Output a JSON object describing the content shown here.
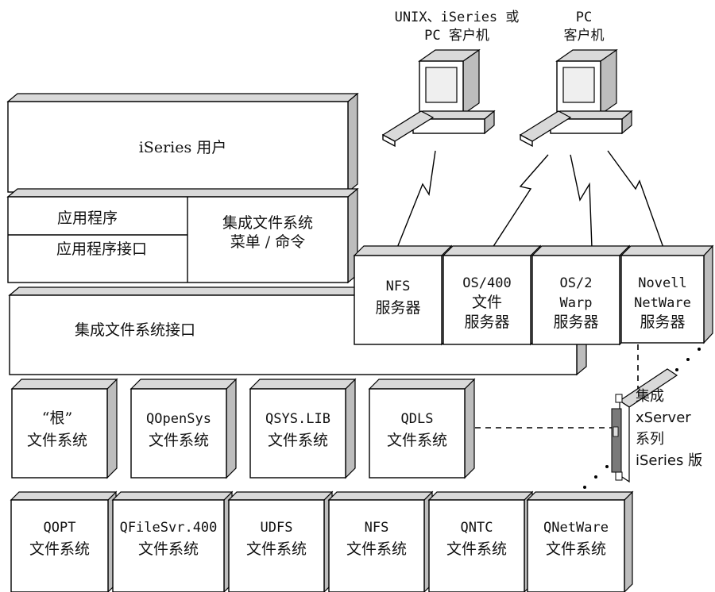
{
  "clients": {
    "left": [
      "UNIX、iSeries 或",
      "PC 客户机"
    ],
    "right": [
      "PC",
      "客户机"
    ]
  },
  "layers": {
    "users": "iSeries 用户",
    "apps": "应用程序",
    "api": "应用程序接口",
    "ifs_menu": [
      "集成文件系统",
      "菜单 / 命令"
    ],
    "ifs_interface": "集成文件系统接口"
  },
  "servers": [
    [
      "NFS",
      "服务器"
    ],
    [
      "OS/400",
      "文件",
      "服务器"
    ],
    [
      "OS/2",
      "Warp",
      "服务器"
    ],
    [
      "Novell",
      "NetWare",
      "服务器"
    ]
  ],
  "filesystems_row1": [
    [
      "“根”",
      "文件系统"
    ],
    [
      "QOpenSys",
      "文件系统"
    ],
    [
      "QSYS.LIB",
      "文件系统"
    ],
    [
      "QDLS",
      "文件系统"
    ]
  ],
  "filesystems_row2": [
    [
      "QOPT",
      "文件系统"
    ],
    [
      "QFileSvr.400",
      "文件系统"
    ],
    [
      "UDFS",
      "文件系统"
    ],
    [
      "NFS",
      "文件系统"
    ],
    [
      "QNTC",
      "文件系统"
    ],
    [
      "QNetWare",
      "文件系统"
    ]
  ],
  "xserver": [
    "集成",
    "xServer",
    "系列",
    "iSeries 版"
  ]
}
